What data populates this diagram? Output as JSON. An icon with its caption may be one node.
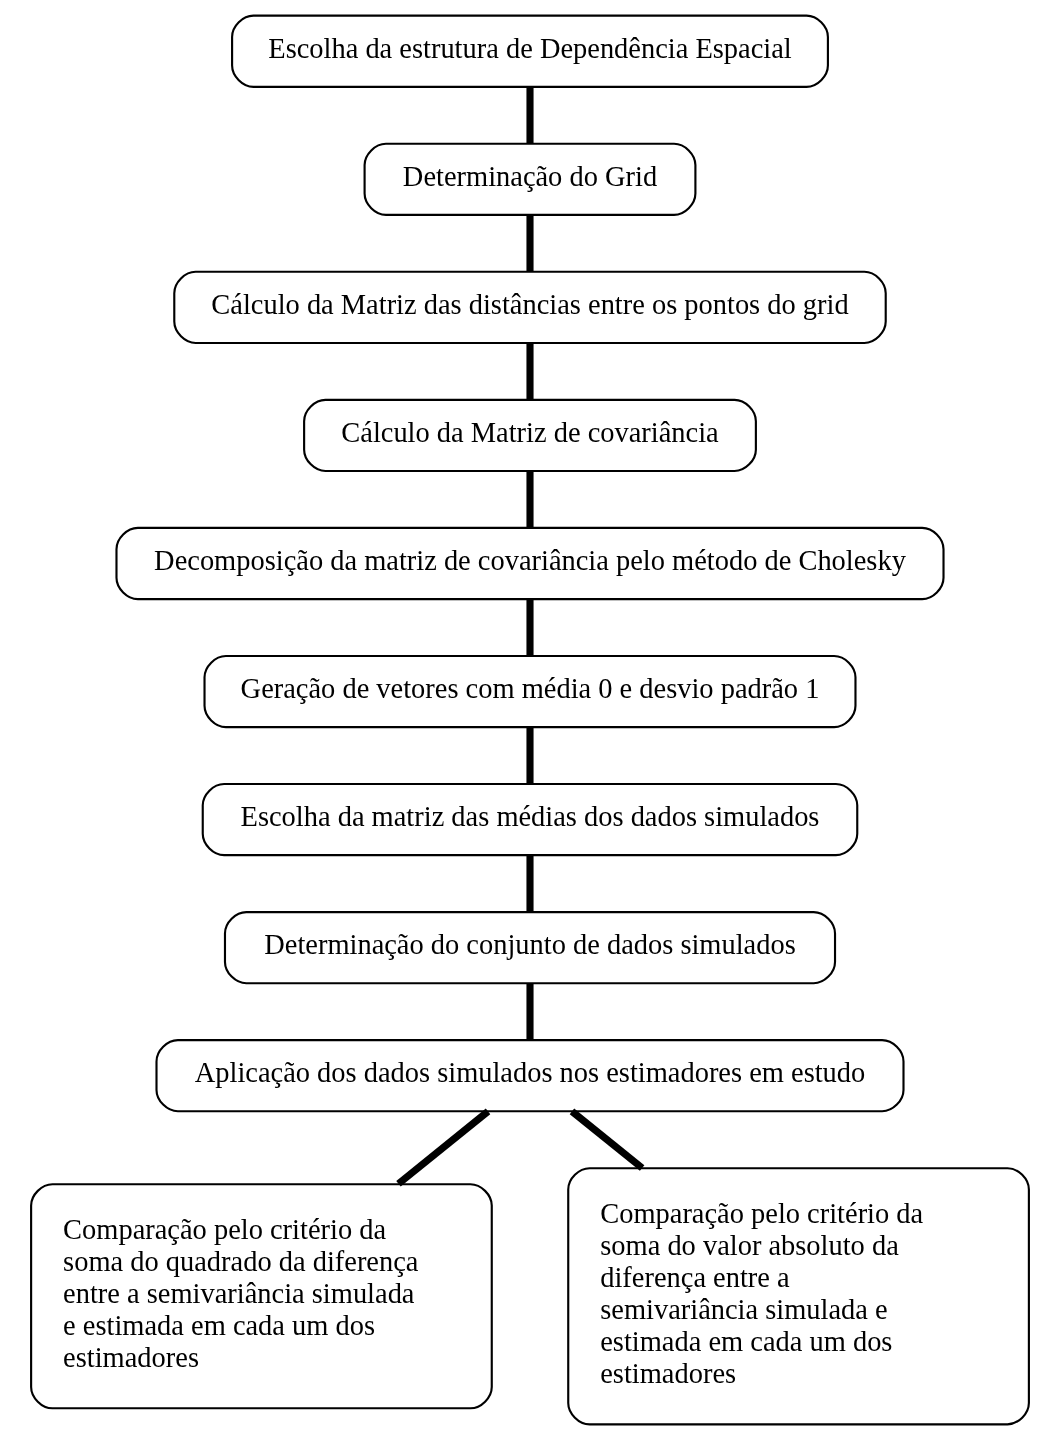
{
  "diagram": {
    "nodes": [
      {
        "text": [
          "Escolha da estrutura de Dependência Espacial"
        ]
      },
      {
        "text": [
          "Determinação do Grid"
        ]
      },
      {
        "text": [
          "Cálculo da Matriz das distâncias entre os pontos do grid"
        ]
      },
      {
        "text": [
          "Cálculo da Matriz de covariância"
        ]
      },
      {
        "text": [
          "Decomposição da matriz de covariância pelo método de Cholesky"
        ]
      },
      {
        "text": [
          "Geração de vetores com média 0 e desvio padrão 1"
        ]
      },
      {
        "text": [
          "Escolha da matriz das médias dos dados simulados"
        ]
      },
      {
        "text": [
          "Determinação do conjunto de dados simulados"
        ]
      },
      {
        "text": [
          "Aplicação dos dados simulados nos estimadores em estudo"
        ]
      },
      {
        "text": [
          "Comparação pelo critério da soma do quadrado da diferença entre a semivariância simulada e estimada em cada um dos estimadores"
        ]
      },
      {
        "text": [
          "Comparação pelo critério da soma do valor absoluto da diferença entre a semivariância simulada e estimada em cada um dos estimadores"
        ]
      }
    ],
    "edges": [
      {
        "from": 0,
        "to": 1,
        "arrow": "none"
      },
      {
        "from": 1,
        "to": 2,
        "arrow": "none"
      },
      {
        "from": 2,
        "to": 3,
        "arrow": "none"
      },
      {
        "from": 3,
        "to": 4,
        "arrow": "none"
      },
      {
        "from": 4,
        "to": 5,
        "arrow": "none"
      },
      {
        "from": 5,
        "to": 6,
        "arrow": "none"
      },
      {
        "from": 6,
        "to": 7,
        "arrow": "none"
      },
      {
        "from": 7,
        "to": 8,
        "arrow": "none"
      },
      {
        "from": 8,
        "to": 9,
        "arrow": "none"
      },
      {
        "from": 8,
        "to": 10,
        "arrow": "none"
      }
    ]
  }
}
